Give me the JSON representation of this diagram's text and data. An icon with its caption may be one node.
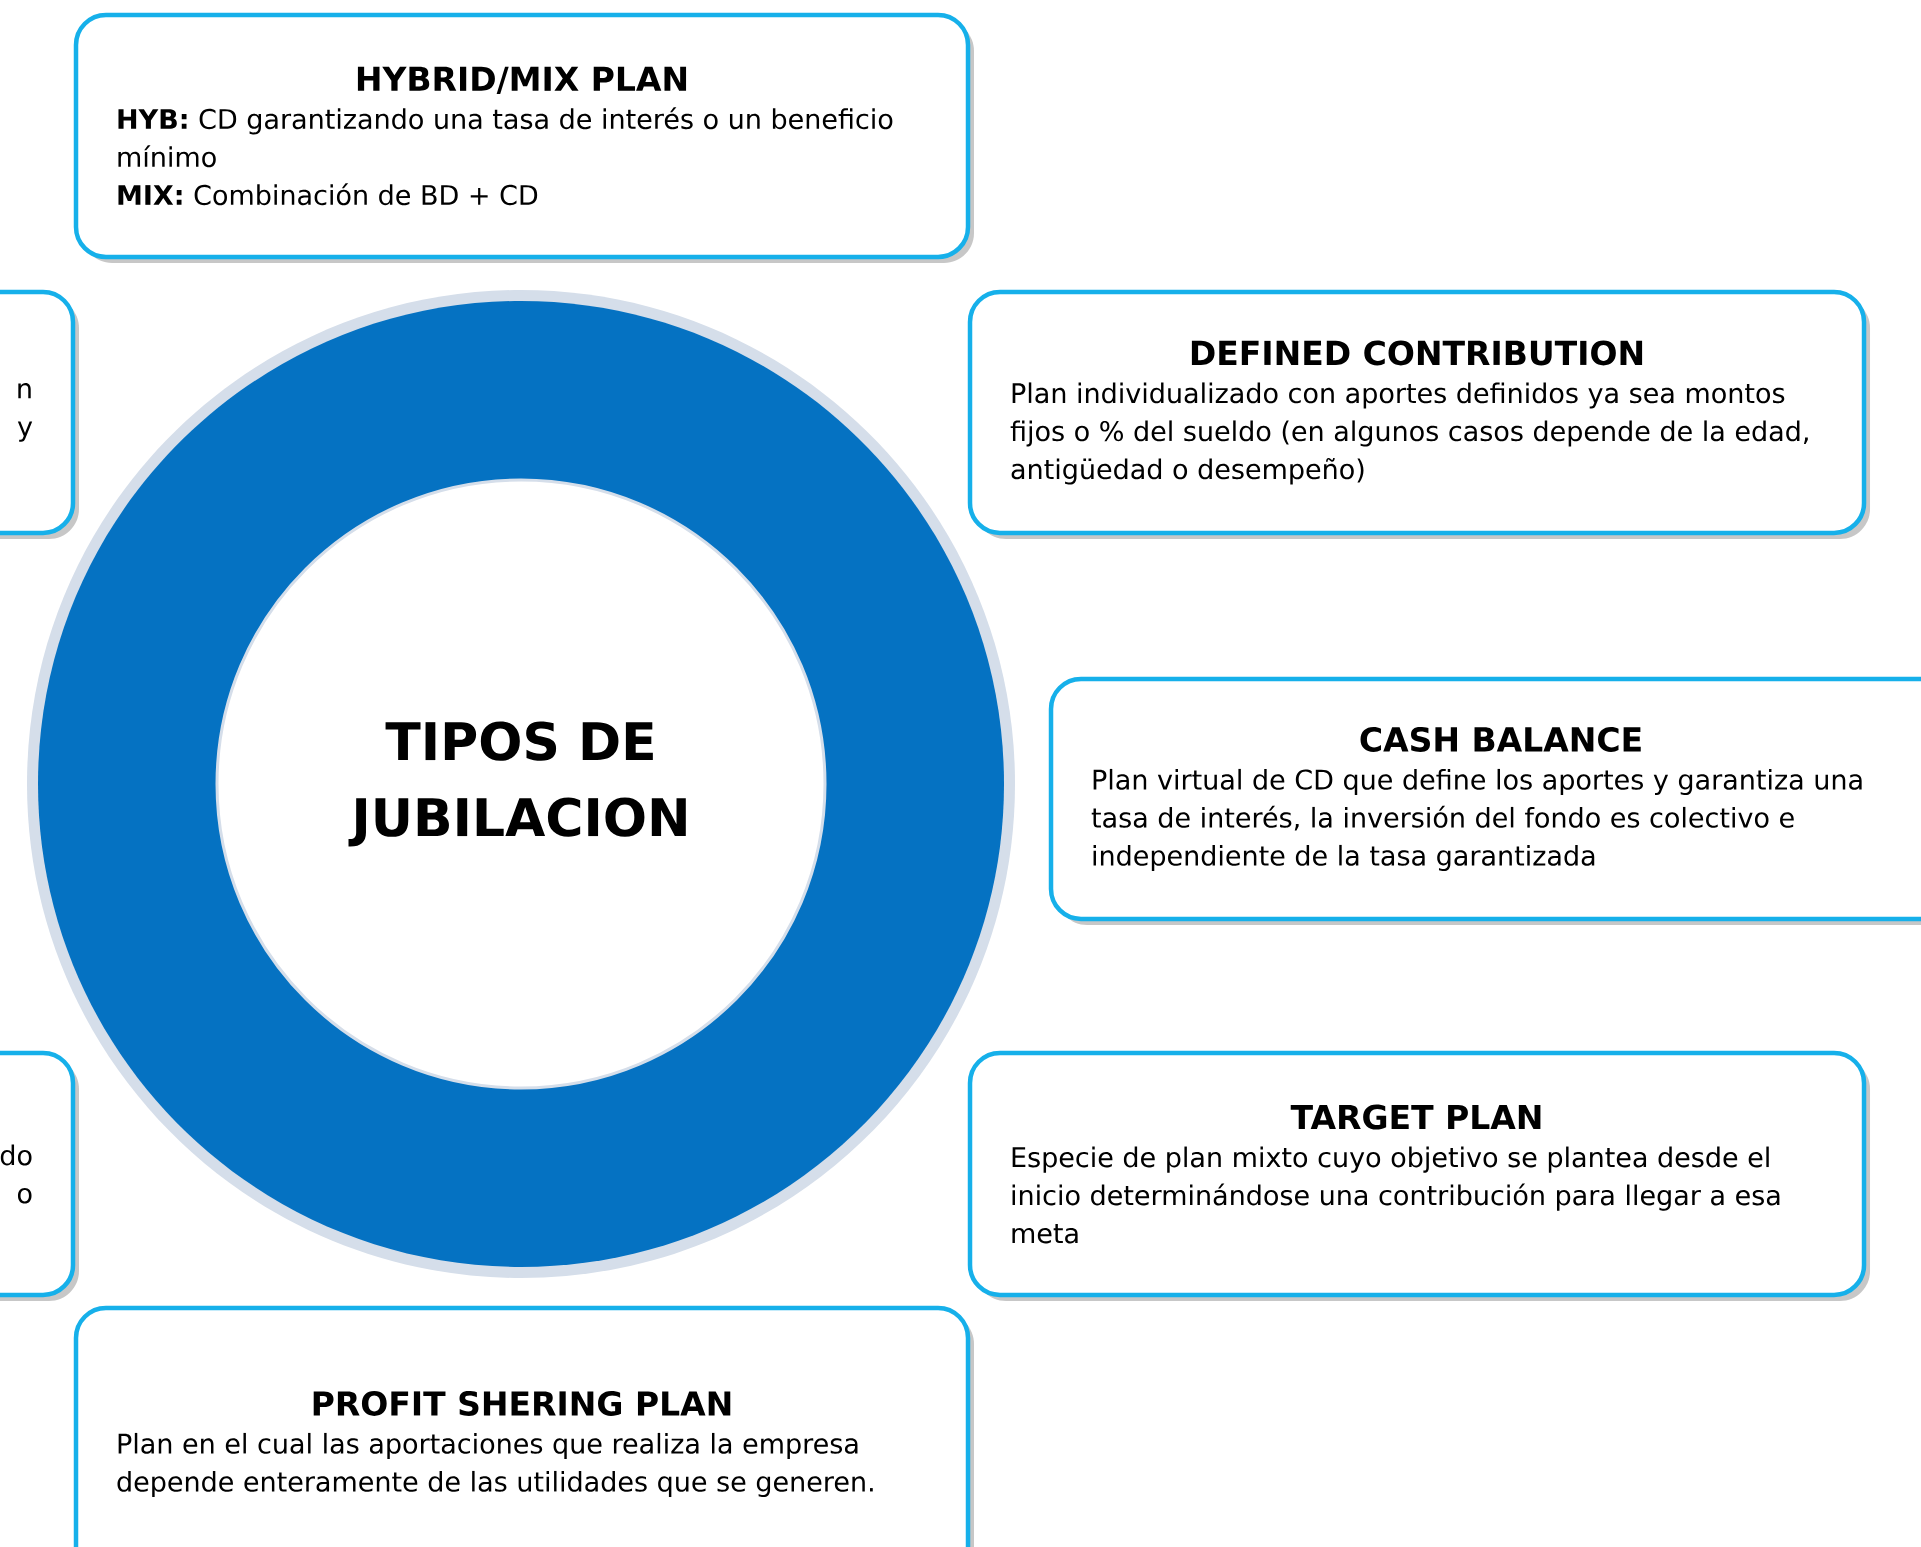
{
  "diagram": {
    "nodes": [
      {
        "text": [
          "HYBRID/MIX PLAN",
          "**HYB:** CD garantizando una tasa de interés o un beneficio mínimo",
          "**MIX:** Combinación de BD + CD"
        ]
      },
      {
        "text": [
          "n",
          "y"
        ]
      },
      {
        "text": [
          "DEFINED CONTRIBUTION",
          "Plan individualizado con aportes definidos ya sea montos fijos o % del sueldo (en algunos casos depende de la edad, antigüedad o desempeño)"
        ]
      },
      {
        "text": [
          "TIPOS DE JUBILACION"
        ]
      },
      {
        "text": [
          "CASH BALANCE",
          "Plan virtual de CD que define los aportes y garantiza una tasa de interés, la inversión del fondo es colectivo e independiente de la tasa garantizada"
        ]
      },
      {
        "text": [
          "do",
          "o"
        ]
      },
      {
        "text": [
          "TARGET PLAN",
          "Especie de plan mixto cuyo objetivo se plantea desde el inicio determinándose una contribución para llegar a esa meta"
        ]
      },
      {
        "text": [
          "PROFIT SHERING PLAN",
          "Plan en el cual las aportaciones que realiza la empresa depende enteramente de las utilidades que se generen."
        ]
      }
    ]
  }
}
